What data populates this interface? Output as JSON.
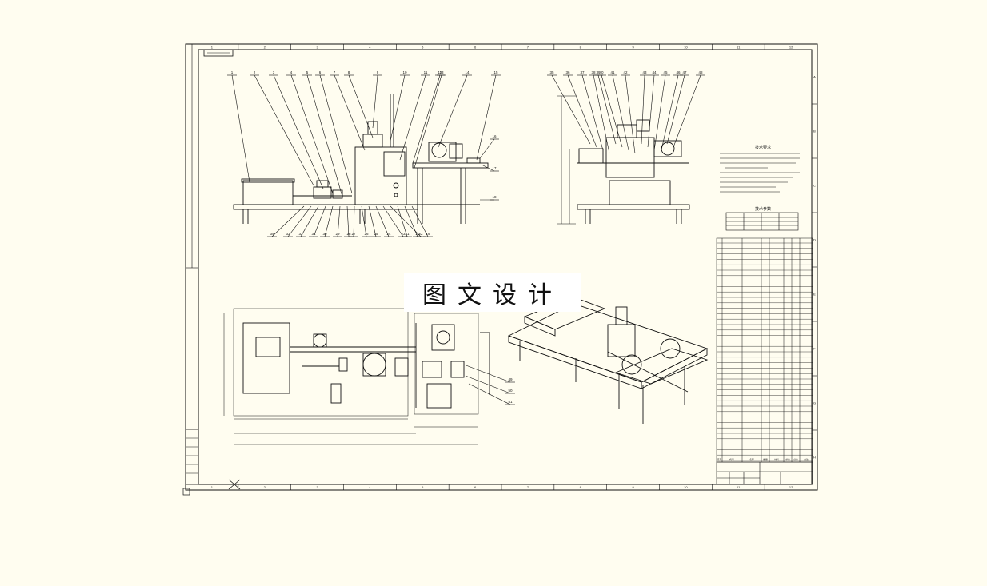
{
  "drawing": {
    "title_stamp": "图文设计",
    "column_numbers": [
      "1",
      "2",
      "3",
      "4",
      "5",
      "6",
      "7",
      "8",
      "9",
      "10",
      "11",
      "12"
    ],
    "row_letters": [
      "A",
      "B",
      "C",
      "D",
      "E",
      "F",
      "G",
      "H"
    ],
    "front_view_callouts_top": [
      "1",
      "2",
      "3",
      "4",
      "5",
      "6",
      "7",
      "8",
      "9",
      "10",
      "11",
      "12",
      "13",
      "14",
      "15"
    ],
    "front_view_callouts_bottom": [
      "34",
      "33",
      "32",
      "31",
      "30",
      "29",
      "28",
      "27",
      "26",
      "25",
      "24",
      "23",
      "22",
      "21",
      "20",
      "19"
    ],
    "front_view_callouts_right": [
      "16",
      "17",
      "18"
    ],
    "side_view_callouts_top": [
      "35",
      "36",
      "37",
      "38",
      "39",
      "40",
      "41",
      "42",
      "43",
      "44",
      "45",
      "46",
      "47",
      "48"
    ],
    "plan_view_callouts_right": [
      "49",
      "50",
      "51"
    ],
    "tech_requirements_title": "技术要求",
    "tech_table_title": "技术参数",
    "bom_header": [
      "序号",
      "代号",
      "名称",
      "数量",
      "材料",
      "单重",
      "总重",
      "备注"
    ]
  },
  "colors": {
    "line": "#111111",
    "background": "#fffdf0",
    "stamp_bg": "#ffffff"
  }
}
